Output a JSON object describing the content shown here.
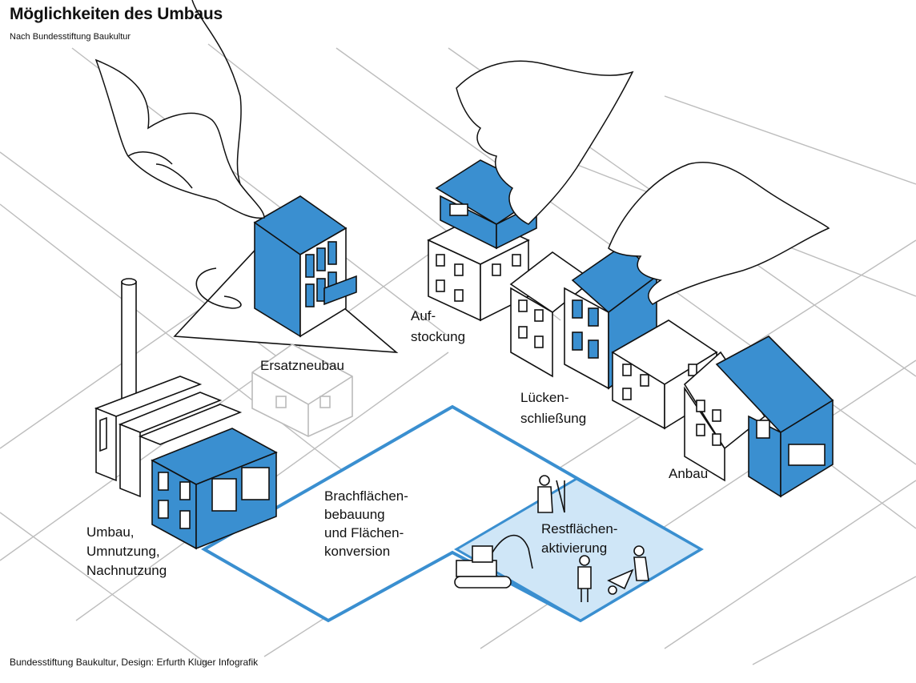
{
  "title": "Möglichkeiten des Umbaus",
  "subtitle": "Nach Bundesstiftung Baukultur",
  "source": "Bundesstiftung Baukultur, Design: Erfurth Kluger Infografik",
  "colors": {
    "accent": "#3a8fd0",
    "light_fill": "#cfe6f7",
    "line": "#111111",
    "grid": "#bbbbbb"
  },
  "labels": {
    "ersatzneubau": [
      "Ersatzneubau"
    ],
    "aufstockung": [
      "Auf-",
      "stockung"
    ],
    "lueckenschliessung": [
      "Lücken-",
      "schließung"
    ],
    "anbau": [
      "Anbau"
    ],
    "umbau": [
      "Umbau,",
      "Umnutzung,",
      "Nachnutzung"
    ],
    "brachflaechen": [
      "Brachflächen-",
      "bebauung",
      "und Flächen-",
      "konversion"
    ],
    "restflaechen": [
      "Restflächen-",
      "aktivierung"
    ]
  }
}
